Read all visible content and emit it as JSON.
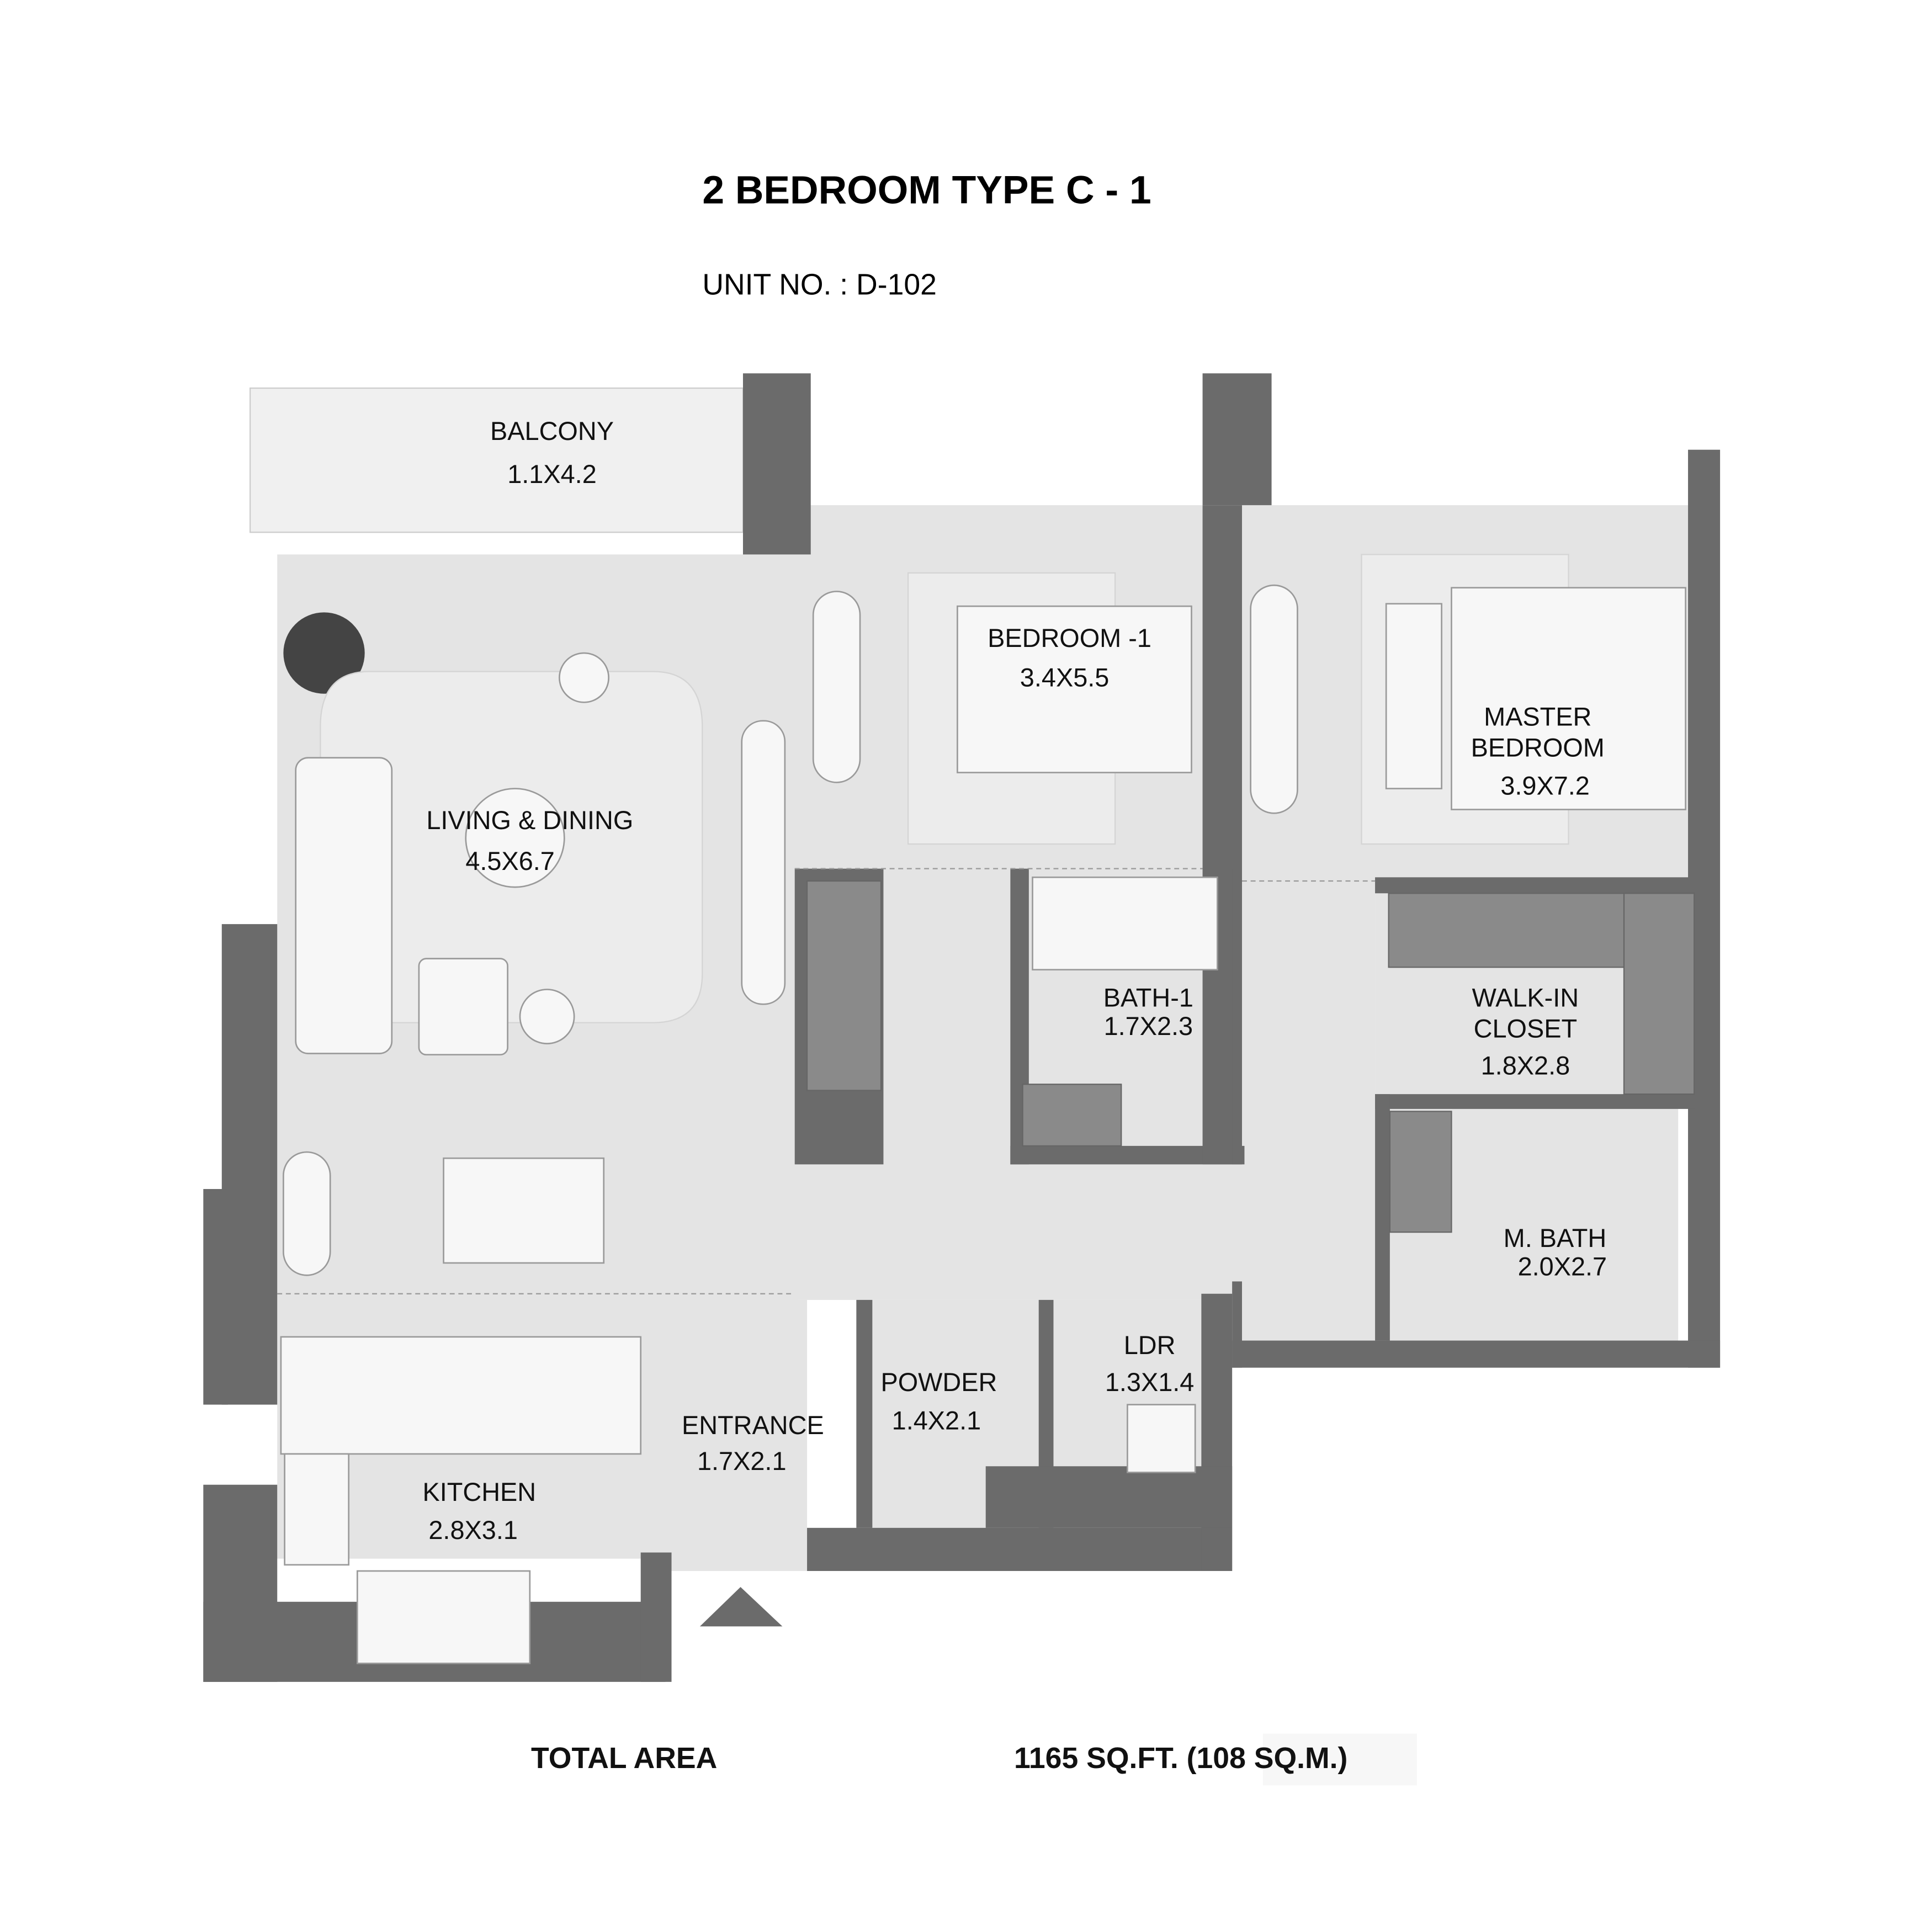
{
  "header": {
    "title": "2 BEDROOM TYPE C - 1",
    "unit_no": "UNIT NO. : D-102"
  },
  "rooms": [
    {
      "name": "BALCONY",
      "size": "1.1X4.2"
    },
    {
      "name": "LIVING & DINING",
      "size": "4.5X6.7"
    },
    {
      "name": "BEDROOM -1",
      "size": "3.4X5.5"
    },
    {
      "name": "MASTER",
      "name2": "BEDROOM",
      "size": "3.9X7.2"
    },
    {
      "name": "BATH-1",
      "size": "1.7X2.3"
    },
    {
      "name": "WALK-IN",
      "name2": "CLOSET",
      "size": "1.8X2.8"
    },
    {
      "name": "M. BATH",
      "size": "2.0X2.7"
    },
    {
      "name": "LDR",
      "size": "1.3X1.4"
    },
    {
      "name": "POWDER",
      "size": "1.4X2.1"
    },
    {
      "name": "ENTRANCE",
      "size": "1.7X2.1"
    },
    {
      "name": "KITCHEN",
      "size": "2.8X3.1"
    }
  ],
  "footer": {
    "total_area_label": "TOTAL AREA",
    "total_area_value": "1165 SQ.FT. (108 SQ.M.)"
  },
  "colors": {
    "wall": "#6b6b6b",
    "floor": "#e4e4e4"
  }
}
